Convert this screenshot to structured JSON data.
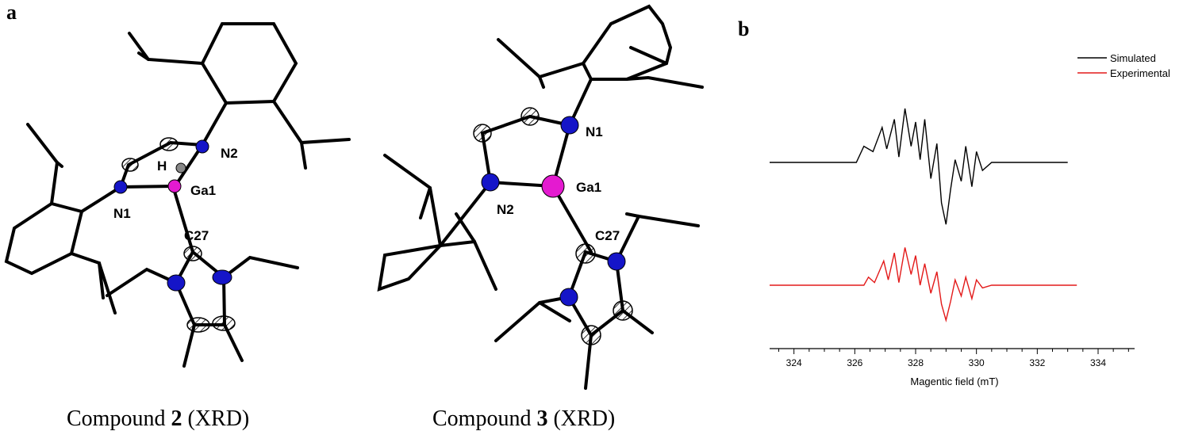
{
  "panels": {
    "a": "a",
    "b": "b"
  },
  "compound2": {
    "caption_prefix": "Compound ",
    "caption_number": "2",
    "caption_suffix": " (XRD)",
    "labels": {
      "N1": "N1",
      "N2": "N2",
      "H": "H",
      "Ga1": "Ga1",
      "C27": "C27"
    }
  },
  "compound3": {
    "caption_prefix": "Compound ",
    "caption_number": "3",
    "caption_suffix": " (XRD)",
    "labels": {
      "N1": "N1",
      "N2": "N2",
      "Ga1": "Ga1",
      "C27": "C27"
    }
  },
  "colors": {
    "nitrogen": "#1515c8",
    "gallium": "#e41ad0",
    "carbon": "#ffffff",
    "simulated": "#000000",
    "experimental": "#e31a1a"
  },
  "chart_data": {
    "type": "line",
    "xlabel": "Magentic field (mT)",
    "ylabel": "",
    "xlim": [
      323.2,
      335.2
    ],
    "xticks": [
      324,
      326,
      328,
      330,
      332,
      334
    ],
    "legend": "top-right",
    "series": [
      {
        "name": "Simulated",
        "x": [
          323.2,
          326.05,
          326.3,
          326.6,
          326.9,
          327.05,
          327.3,
          327.45,
          327.65,
          327.85,
          328.0,
          328.15,
          328.3,
          328.5,
          328.7,
          328.85,
          329.0,
          329.15,
          329.3,
          329.5,
          329.65,
          329.85,
          330.0,
          330.2,
          330.5,
          333.0
        ],
        "y": [
          0,
          0,
          0.6,
          0.4,
          1.3,
          0.5,
          1.6,
          0.2,
          2.0,
          0.6,
          1.5,
          0.1,
          1.6,
          -0.6,
          0.7,
          -1.5,
          -2.3,
          -1.0,
          0.1,
          -0.7,
          0.6,
          -0.9,
          0.4,
          -0.3,
          0,
          0
        ]
      },
      {
        "name": "Experimental",
        "x": [
          323.2,
          326.3,
          326.45,
          326.65,
          326.95,
          327.1,
          327.3,
          327.45,
          327.65,
          327.85,
          328.0,
          328.15,
          328.3,
          328.5,
          328.7,
          328.85,
          329.0,
          329.15,
          329.3,
          329.5,
          329.65,
          329.85,
          330.0,
          330.2,
          330.5,
          333.3
        ],
        "y": [
          0,
          0,
          0.3,
          0.1,
          0.9,
          0.2,
          1.2,
          0.1,
          1.4,
          0.4,
          1.1,
          0.0,
          0.8,
          -0.3,
          0.5,
          -0.7,
          -1.3,
          -0.6,
          0.2,
          -0.4,
          0.3,
          -0.5,
          0.2,
          -0.1,
          0,
          0
        ]
      }
    ]
  }
}
